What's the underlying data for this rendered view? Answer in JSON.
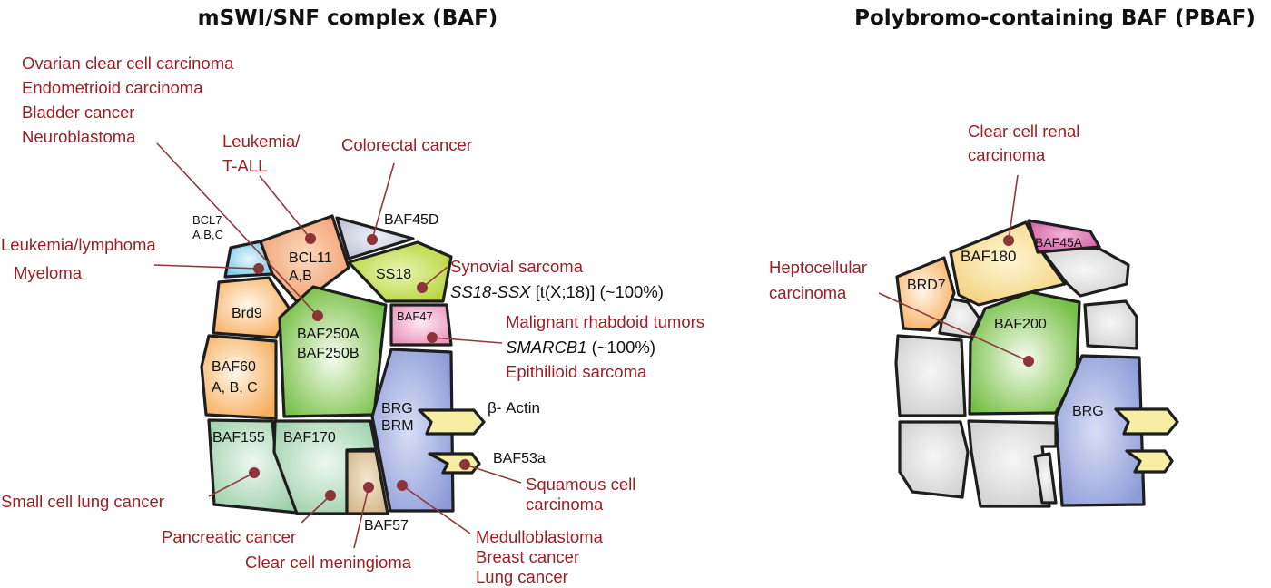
{
  "colors": {
    "disease_text": "#9b2025",
    "leader": "#8e3a3c",
    "outline": "#1e1e1e",
    "orange": "#f7b56a",
    "green": "#8fcd5f",
    "lime": "#bddb35",
    "blue": "#99a6dc",
    "pink": "#ef9fc3",
    "cyan": "#8ed3ec",
    "teal_green": "#a9d7b6",
    "grey": "#d9d9d9",
    "yellow": "#f8f3a0",
    "tan": "#ddc39b",
    "magenta": "#d86db0"
  },
  "baf": {
    "title": "mSWI/SNF complex (BAF)",
    "subunits": {
      "bcl7": [
        "BCL7",
        "A,B,C"
      ],
      "bcl11": [
        "BCL11",
        "A,B"
      ],
      "baf45d": "BAF45D",
      "ss18": "SS18",
      "brd9": "Brd9",
      "baf250": [
        "BAF250A",
        "BAF250B"
      ],
      "baf47": "BAF47",
      "baf60": [
        "BAF60",
        "A, B, C"
      ],
      "brg": [
        "BRG",
        "BRM"
      ],
      "beta_actin": "β- Actin",
      "baf53a": "BAF53a",
      "baf155": "BAF155",
      "baf170": "BAF170",
      "baf57": "BAF57"
    },
    "diseases": {
      "ovarian_group": [
        "Ovarian clear  cell carcinoma",
        "Endometrioid carcinoma",
        "Bladder cancer",
        "Neuroblastoma"
      ],
      "leukemia_tall": [
        "Leukemia/",
        "T-ALL"
      ],
      "colorectal": "Colorectal cancer",
      "leukemia_lymphoma": [
        "Leukemia/lymphoma",
        "Myeloma"
      ],
      "synovial": "Synovial sarcoma",
      "synovial_fusion_gene": "SS18-SSX",
      "synovial_fusion_rest": " [t(X;18)] (~100%)",
      "rhabdoid": "Malignant rhabdoid tumors",
      "smarcb1_gene": "SMARCB1",
      "smarcb1_rest": " (~100%)",
      "epithelioid": "Epithilioid sarcoma",
      "squamous": [
        "Squamous cell",
        "carcinoma"
      ],
      "small_cell_lung": "Small cell lung cancer",
      "pancreatic": "Pancreatic cancer",
      "meningioma": "Clear cell meningioma",
      "medullo_group": [
        "Medulloblastoma",
        "Breast cancer",
        "Lung cancer"
      ]
    }
  },
  "pbaf": {
    "title": "Polybromo-containing BAF (PBAF)",
    "subunits": {
      "baf180": "BAF180",
      "baf45a": "BAF45A",
      "brd7": "BRD7",
      "baf200": "BAF200",
      "brg": "BRG"
    },
    "diseases": {
      "renal": [
        "Clear cell renal",
        "carcinoma"
      ],
      "hepatocellular": [
        "Heptocellular",
        "carcinoma"
      ]
    }
  }
}
